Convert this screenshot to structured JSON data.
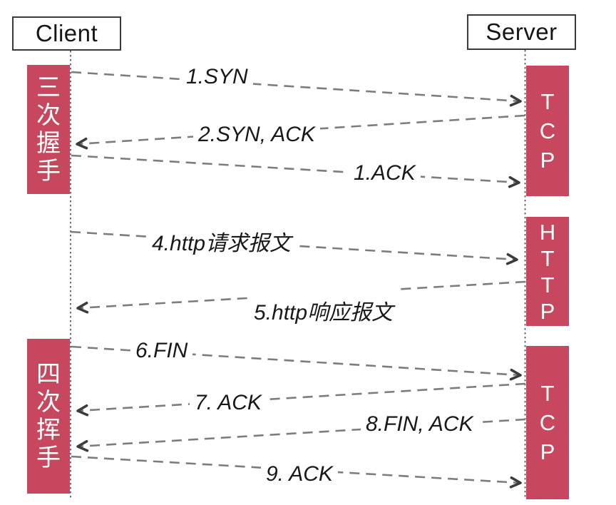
{
  "palette": {
    "bar_red": "#C7485E",
    "bar_text": "#ffffff",
    "dash_line": "#7d7d7d",
    "arrowhead": "#3c3c3c",
    "lifeline": "#5f5f5f",
    "box_border": "#3a3a3a",
    "label_text": "#191919"
  },
  "actors": {
    "client": "Client",
    "server": "Server"
  },
  "client_phases": [
    {
      "name": "three-way-handshake",
      "chars": [
        "三",
        "次",
        "握",
        "手"
      ]
    },
    {
      "name": "four-way-wave",
      "chars": [
        "四",
        "次",
        "挥",
        "手"
      ]
    }
  ],
  "server_protocols": [
    {
      "name": "tcp-handshake",
      "chars": [
        "T",
        "C",
        "P"
      ]
    },
    {
      "name": "http",
      "chars": [
        "H",
        "T",
        "T",
        "P"
      ]
    },
    {
      "name": "tcp-teardown",
      "chars": [
        "T",
        "C",
        "P"
      ]
    }
  ],
  "messages": [
    {
      "label": "1.SYN",
      "direction": "client-to-server"
    },
    {
      "label": "2.SYN, ACK",
      "direction": "server-to-client"
    },
    {
      "label": "1.ACK",
      "direction": "client-to-server"
    },
    {
      "label": "4.http请求报文",
      "direction": "client-to-server"
    },
    {
      "label": "5.http响应报文",
      "direction": "server-to-client"
    },
    {
      "label": "6.FIN",
      "direction": "client-to-server"
    },
    {
      "label": "7. ACK",
      "direction": "server-to-client"
    },
    {
      "label": "8.FIN, ACK",
      "direction": "server-to-client"
    },
    {
      "label": "9. ACK",
      "direction": "client-to-server"
    }
  ]
}
